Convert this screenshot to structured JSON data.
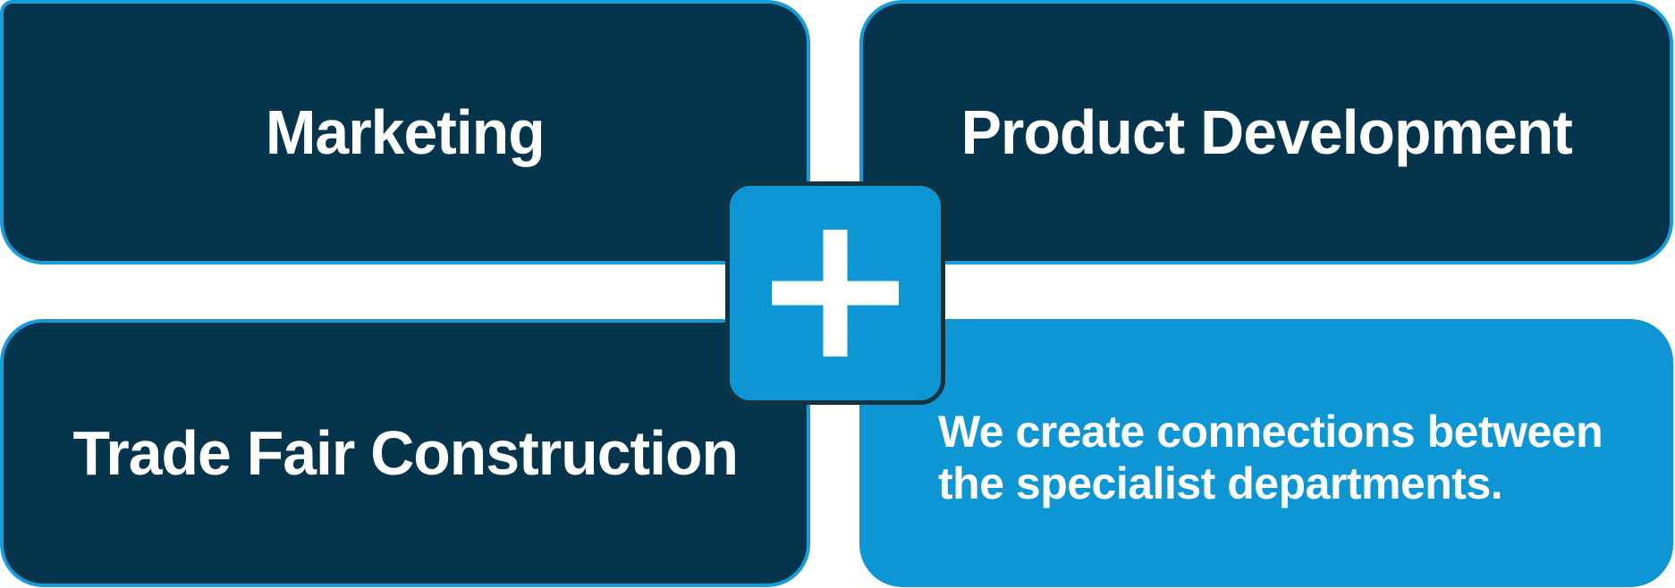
{
  "colors": {
    "dark_navy": "#05344d",
    "bright_blue": "#0e96d4",
    "stroke_blue": "#189cd9",
    "square_border": "#14333f",
    "text_color": "#ffffff"
  },
  "boxes": {
    "marketing": {
      "label": "Marketing"
    },
    "product_development": {
      "label": "Product Development"
    },
    "trade_fair_construction": {
      "label": "Trade Fair Construction"
    },
    "message": {
      "label": "We create connections between the specialist departments."
    }
  },
  "icons": {
    "plus": {
      "name": "plus-icon",
      "shape": "white cross on blue rounded square"
    }
  }
}
